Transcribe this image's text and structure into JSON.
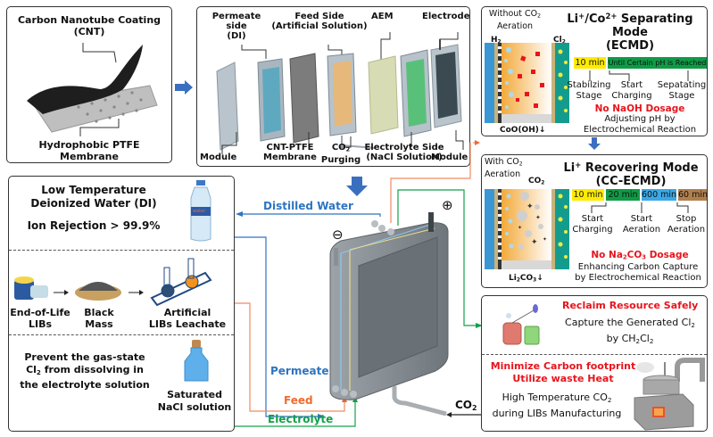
{
  "cnt_panel": {
    "title": "Carbon Nanotube Coating",
    "title_abbr": "(CNT)",
    "bottom_line1": "Hydrophobic PTFE",
    "bottom_line2": "Membrane"
  },
  "exploded_panel": {
    "labels_top": {
      "permeate_l1": "Permeate side",
      "permeate_l2": "(DI)",
      "feed_l1": "Feed Side",
      "feed_l2": "(Artificial Solution)",
      "aem": "AEM",
      "electrode": "Electrode"
    },
    "labels_bottom": {
      "module_left": "Module",
      "cnt_ptfe_l1": "CNT-PTFE",
      "cnt_ptfe_l2": "Membrane",
      "co2_main": "CO",
      "co2_sub": "2",
      "purging": "Purging",
      "electrolyte_l1": "Electrolyte Side",
      "electrolyte_l2": "(NaCl Solution)",
      "module_right": "Module"
    }
  },
  "separating_mode": {
    "aeration_l1_main": "Without CO",
    "aeration_l1_sub": "2",
    "aeration_l2": "Aeration",
    "title_prefix": "Li",
    "title_li_sup": "+",
    "title_co": "/Co",
    "title_co_sup": "2+",
    "title_rest": " Separating Mode",
    "subtitle": "(ECMD)",
    "h2_main": "H",
    "h2_sub": "2",
    "cl2_main": "Cl",
    "cl2_sub": "2",
    "precipitate": "CoO(OH)↓",
    "timeline": [
      {
        "label": "10 min",
        "color": "#ffeb00"
      },
      {
        "label": "Until Certain pH is Reached",
        "color": "#0e9b46"
      }
    ],
    "stages": [
      {
        "l1": "Stabilzing",
        "l2": "Stage"
      },
      {
        "l1": "Start",
        "l2": "Charging"
      },
      {
        "l1": "Sepatating",
        "l2": "Stage"
      }
    ],
    "highlight": "No NaOH Dosage",
    "note_l1": "Adjusting pH by",
    "note_l2": "Electrochemical Reaction"
  },
  "recovering_mode": {
    "aeration_l1_main": "With CO",
    "aeration_l1_sub": "2",
    "aeration_l2": "Aeration",
    "title_prefix": "Li",
    "title_sup": "+",
    "title_rest": " Recovering Mode",
    "subtitle": "(CC-ECMD)",
    "co2_main": "CO",
    "co2_sub": "2",
    "precipitate_main": "Li",
    "precipitate_sub1": "2",
    "precipitate_mid": "CO",
    "precipitate_sub2": "3",
    "precipitate_end": "↓",
    "timeline": [
      {
        "label": "10 min",
        "color": "#ffeb00"
      },
      {
        "label": "20 min",
        "color": "#0e9b46"
      },
      {
        "label": "600 min",
        "color": "#3aa8e6"
      },
      {
        "label": "60 min",
        "color": "#b07f4e"
      }
    ],
    "stages": [
      {
        "l1": "Start",
        "l2": "Charging"
      },
      {
        "l1": "Start",
        "l2": "Aeration"
      },
      {
        "l1": "Stop",
        "l2": "Aeration"
      }
    ],
    "highlight_a": "No Na",
    "highlight_sub1": "2",
    "highlight_b": "CO",
    "highlight_sub2": "3",
    "highlight_c": " Dosage",
    "note_l1": "Enhancing  Carbon Capture",
    "note_l2": "by Electrochemical Reaction"
  },
  "left_panel": {
    "di_title_l1": "Low Temperature",
    "di_title_l2": "Deionized Water (DI)",
    "ion_rejection": "Ion Rejection > 99.9%",
    "bottle_label": "water",
    "chain": [
      {
        "l1": "End-of-Life",
        "l2": "LIBs"
      },
      {
        "l1": "Black",
        "l2": "Mass"
      },
      {
        "l1": "Artificial",
        "l2": "LIBs Leachate"
      }
    ],
    "prevent_l1": "Prevent the gas-state",
    "prevent_l2_main": "Cl",
    "prevent_l2_sub": "2",
    "prevent_l2_rest": " from dissolving in",
    "prevent_l3": "the electrolyte solution",
    "nacl_l1": "Saturated",
    "nacl_l2": "NaCl solution"
  },
  "center": {
    "distilled_water": "Distilled Water",
    "permeate": "Permeate",
    "feed": "Feed",
    "electrolyte": "Electrolyte",
    "co2_main": "CO",
    "co2_sub": "2",
    "minus": "⊖",
    "plus": "⊕"
  },
  "right_bottom": {
    "reclaim_title": "Reclaim Resource Safely",
    "reclaim_l1_main": "Capture the Generated Cl",
    "reclaim_l1_sub": "2",
    "reclaim_l2_a": "by CH",
    "reclaim_l2_sub1": "2",
    "reclaim_l2_b": "Cl",
    "reclaim_l2_sub2": "2",
    "carbon_title_l1": "Minimize Carbon footprint",
    "carbon_title_l2": "Utilize waste Heat",
    "heat_l1_main": "High Temperature CO",
    "heat_l1_sub": "2",
    "heat_l2": "during LIBs Manufacturing"
  },
  "colors": {
    "blue_line": "#2e75c0",
    "orange_line": "#f26a2e",
    "green_line": "#14a04b",
    "red_text": "#e8141c",
    "arrow_blue": "#3a6fc0"
  }
}
